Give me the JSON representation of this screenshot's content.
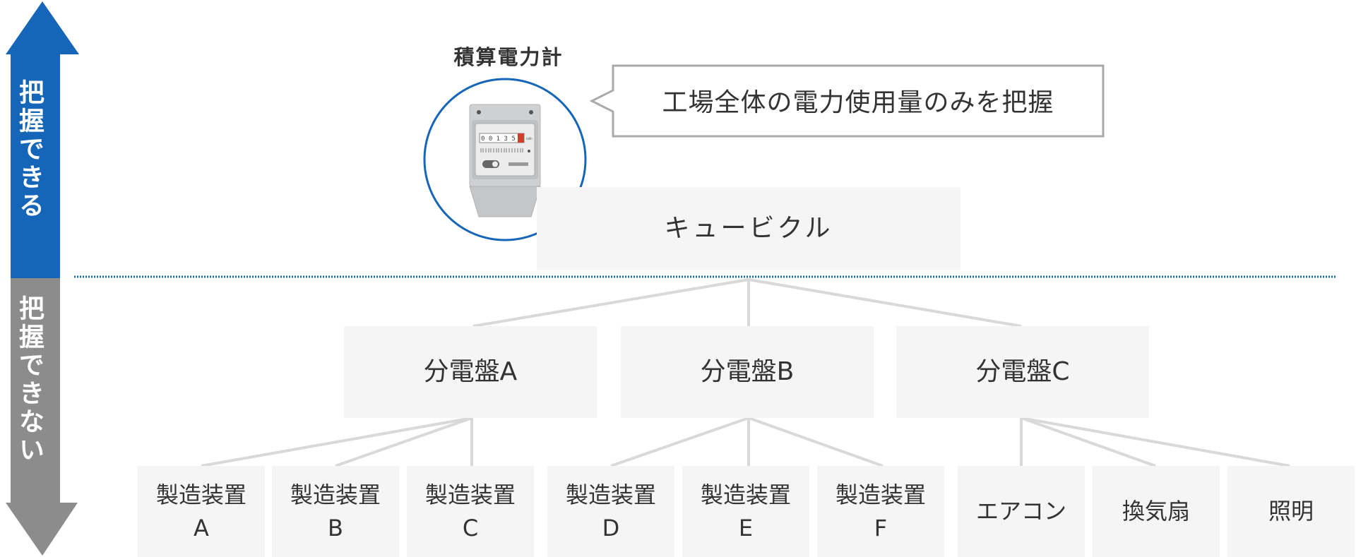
{
  "axis": {
    "visible_label": "把握できる",
    "hidden_label": "把握できない",
    "visible_color": "#1565b8",
    "hidden_color": "#8c8c8c"
  },
  "meter": {
    "label": "積算電力計",
    "counter": "0 0 1 3 5",
    "unit": "kWh",
    "icon": "electric-meter-icon"
  },
  "callout": {
    "text": "工場全体の電力使用量のみを把握"
  },
  "root": {
    "label": "キュービクル"
  },
  "panels": [
    {
      "label": "分電盤A"
    },
    {
      "label": "分電盤B"
    },
    {
      "label": "分電盤C"
    }
  ],
  "leaves": [
    {
      "line1": "製造装置",
      "line2": "A"
    },
    {
      "line1": "製造装置",
      "line2": "B"
    },
    {
      "line1": "製造装置",
      "line2": "C"
    },
    {
      "line1": "製造装置",
      "line2": "D"
    },
    {
      "line1": "製造装置",
      "line2": "E"
    },
    {
      "line1": "製造装置",
      "line2": "F"
    },
    {
      "line1": "エアコン",
      "line2": ""
    },
    {
      "line1": "換気扇",
      "line2": ""
    },
    {
      "line1": "照明",
      "line2": ""
    }
  ],
  "colors": {
    "box_bg": "#f5f5f5",
    "connector": "#d9d9d9",
    "divider": "#1565b8",
    "callout_border": "#aaaaaa"
  }
}
